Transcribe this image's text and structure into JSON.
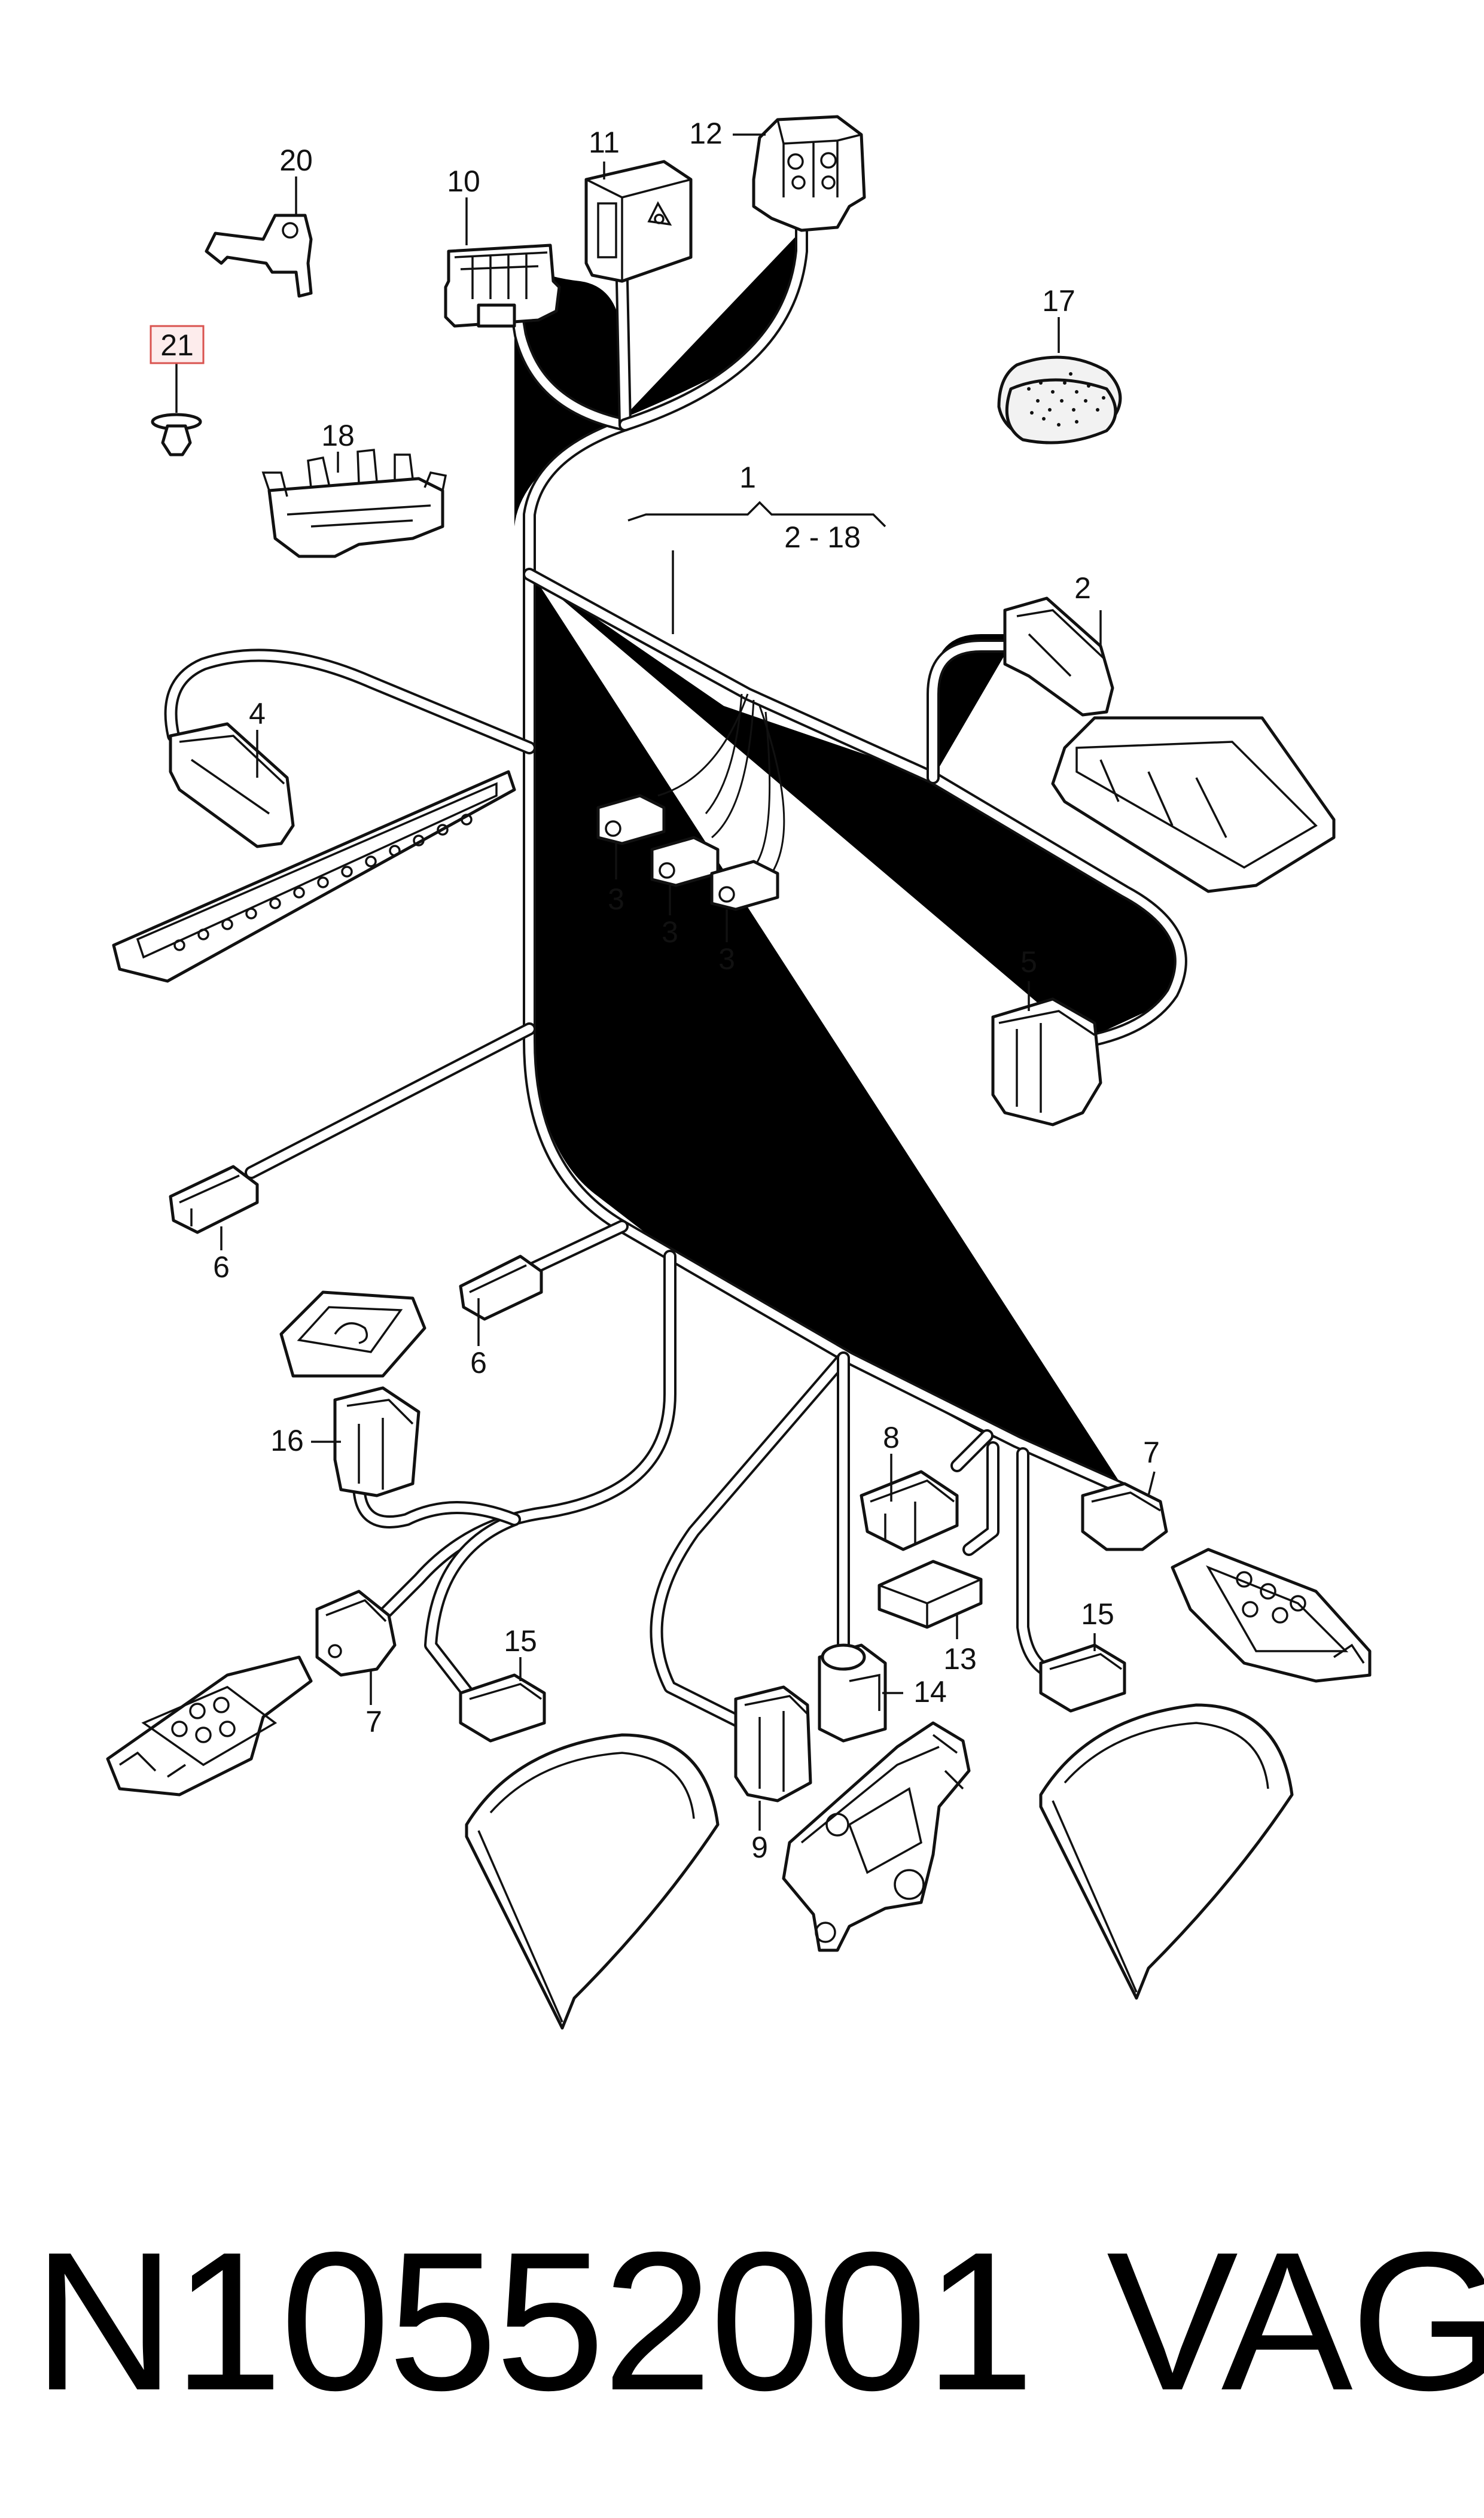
{
  "callouts": {
    "c1": "1",
    "c1_range": "2 - 18",
    "c2": "2",
    "c3a": "3",
    "c3b": "3",
    "c3c": "3",
    "c4": "4",
    "c5": "5",
    "c6a": "6",
    "c6b": "6",
    "c7a": "7",
    "c7b": "7",
    "c8": "8",
    "c9": "9",
    "c10": "10",
    "c11": "11",
    "c12": "12",
    "c13": "13",
    "c14": "14",
    "c15a": "15",
    "c15b": "15",
    "c16": "16",
    "c17": "17",
    "c18": "18",
    "c20": "20",
    "c21": "21"
  },
  "highlight_color": "#d9534f",
  "caption": {
    "part_number": "N10552001",
    "brand": "VAG"
  }
}
